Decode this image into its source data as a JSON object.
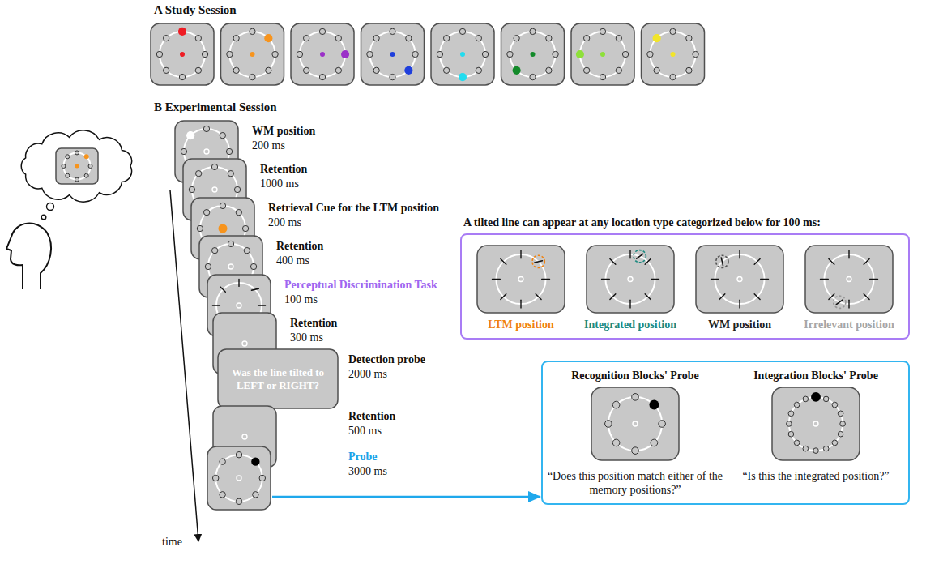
{
  "diagram": {
    "nodes": [
      {
        "text": [
          "WM position",
          "200 ms"
        ]
      },
      {
        "text": [
          "Retention",
          "1000 ms"
        ]
      },
      {
        "text": [
          "Retrieval Cue for the LTM position",
          "200 ms"
        ]
      },
      {
        "text": [
          "Retention",
          "400 ms"
        ]
      },
      {
        "text": [
          "Perceptual Discrimination Task",
          "100 ms"
        ]
      },
      {
        "text": [
          "Retention",
          "300 ms"
        ]
      },
      {
        "text": [
          "Detection probe",
          "2000 ms",
          "Was the line tilted to LEFT or RIGHT?"
        ]
      },
      {
        "text": [
          "Retention",
          "500 ms"
        ]
      },
      {
        "text": [
          "Probe",
          "3000 ms"
        ]
      },
      {
        "text": [
          "A tilted line can appear at any location type categorized below for 100 ms:"
        ]
      },
      {
        "text": [
          "LTM position"
        ],
        "in": 9
      },
      {
        "text": [
          "Integrated position"
        ],
        "in": 9
      },
      {
        "text": [
          "WM position"
        ],
        "in": 9
      },
      {
        "text": [
          "Irrelevant position"
        ],
        "in": 9
      },
      {
        "text": [
          "Recognition Blocks' Probe",
          "“Does this position match either of the memory positions?”",
          "Integration Blocks' Probe",
          "“Is this the integrated position?”"
        ]
      }
    ],
    "edges": [
      {
        "from": 8,
        "to": 14,
        "arrow": "to"
      }
    ],
    "labels": [
      "A Study Session",
      "B Experimental Session",
      "time"
    ]
  }
}
